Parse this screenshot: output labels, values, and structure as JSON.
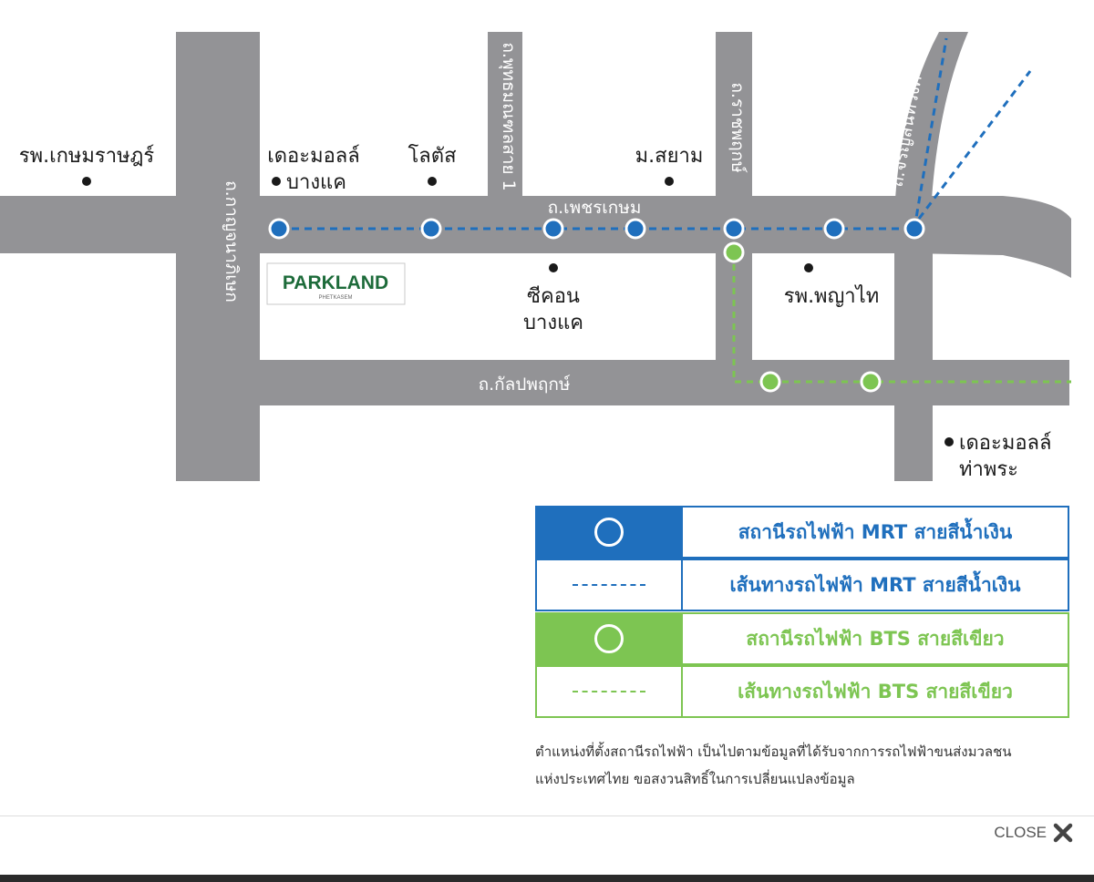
{
  "roads": {
    "petchkasem": "ถ.เพชรเกษม",
    "kanlapaphruek": "ถ.กัลปพฤกษ์",
    "kanchanaphisek": "ถ.กาญจนาภิเษก",
    "phutthamonthon_sai1": "ถ.พุทธมณฑลสาย 1",
    "ratchaphruek": "ถ.ราชพฤกษ์",
    "charansanitwong": "ถ.จรัญสนิทวงศ์"
  },
  "places": {
    "kasemrad": "รพ.เกษมราษฎร์",
    "themall_bangkhae_1": "เดอะมอลล์",
    "themall_bangkhae_2": "บางแค",
    "lotus": "โลตัส",
    "siam_university": "ม.สยาม",
    "seacon_1": "ซีคอน",
    "seacon_2": "บางแค",
    "phyathai": "รพ.พญาไท",
    "themall_thapra_1": "เดอะมอลล์",
    "themall_thapra_2": "ท่าพระ"
  },
  "logo": {
    "name": "PARKLAND",
    "sub": "PHETKASEM"
  },
  "legend": {
    "mrt_station": "สถานีรถไฟฟ้า MRT สายสีน้ำเงิน",
    "mrt_route": "เส้นทางรถไฟฟ้า MRT สายสีน้ำเงิน",
    "bts_station": "สถานีรถไฟฟ้า BTS สายสีเขียว",
    "bts_route": "เส้นทางรถไฟฟ้า BTS สายสีเขียว"
  },
  "note": {
    "line1": "ตำแหน่งที่ตั้งสถานีรถไฟฟ้า เป็นไปตามข้อมูลที่ได้รับจากการรถไฟฟ้าขนส่งมวลชน",
    "line2": "แห่งประเทศไทย ขอสงวนสิทธิ์ในการเปลี่ยนแปลงข้อมูล"
  },
  "close": {
    "label": "CLOSE"
  },
  "colors": {
    "road": "#939396",
    "mrt_blue": "#1f6fbd",
    "bts_green": "#7dc552",
    "logo_green": "#1d6b3a"
  },
  "icons": {
    "close": "close-x-icon",
    "station": "circle-station-icon"
  }
}
